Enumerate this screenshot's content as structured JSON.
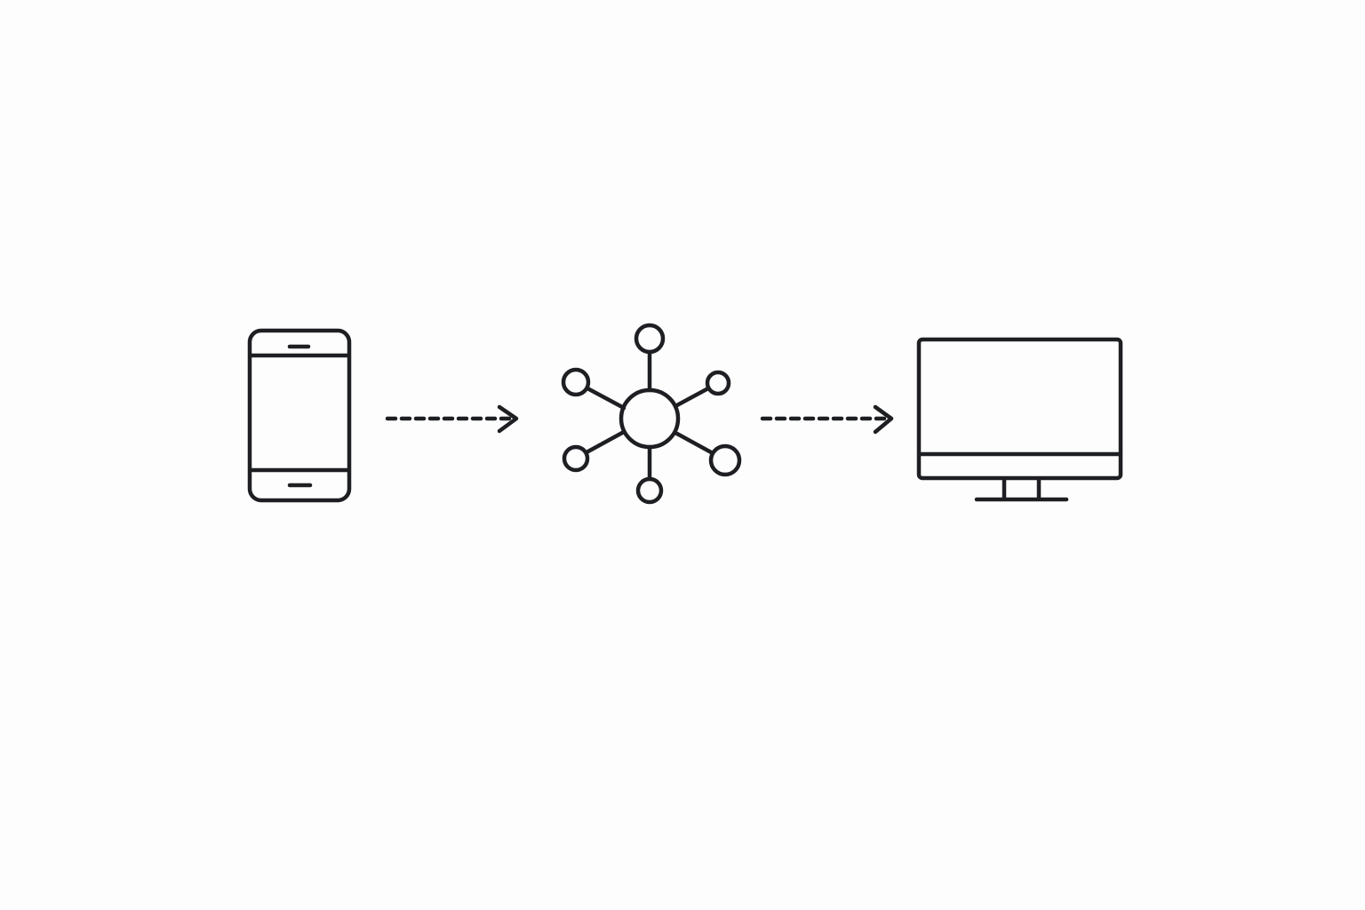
{
  "colors": {
    "background": "#fdfdfd",
    "ink": "#1e1f22"
  },
  "diagram": {
    "nodes": [
      {
        "id": "phone",
        "icon": "smartphone-icon"
      },
      {
        "id": "hub",
        "icon": "network-hub-icon"
      },
      {
        "id": "desktop",
        "icon": "desktop-monitor-icon"
      }
    ],
    "edges": [
      {
        "from": "phone",
        "to": "hub",
        "style": "dashed-arrow"
      },
      {
        "from": "hub",
        "to": "desktop",
        "style": "dashed-arrow"
      }
    ]
  }
}
